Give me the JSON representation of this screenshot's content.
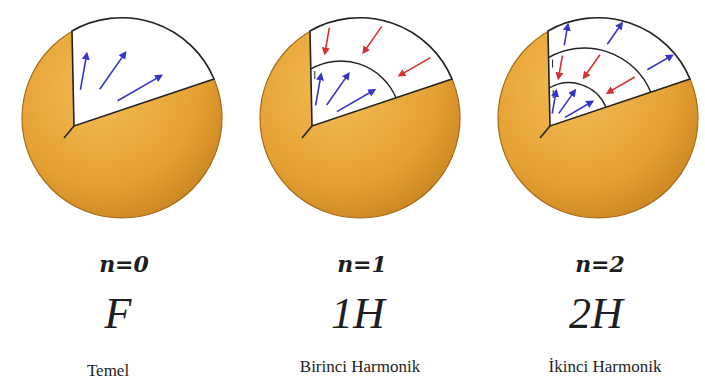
{
  "diagram": {
    "labels": [
      "n=0",
      "n=1",
      "n=2",
      "F",
      "1H",
      "2H",
      "Temel",
      "Birinci Harmonik",
      "İkinci Harmonik"
    ]
  }
}
